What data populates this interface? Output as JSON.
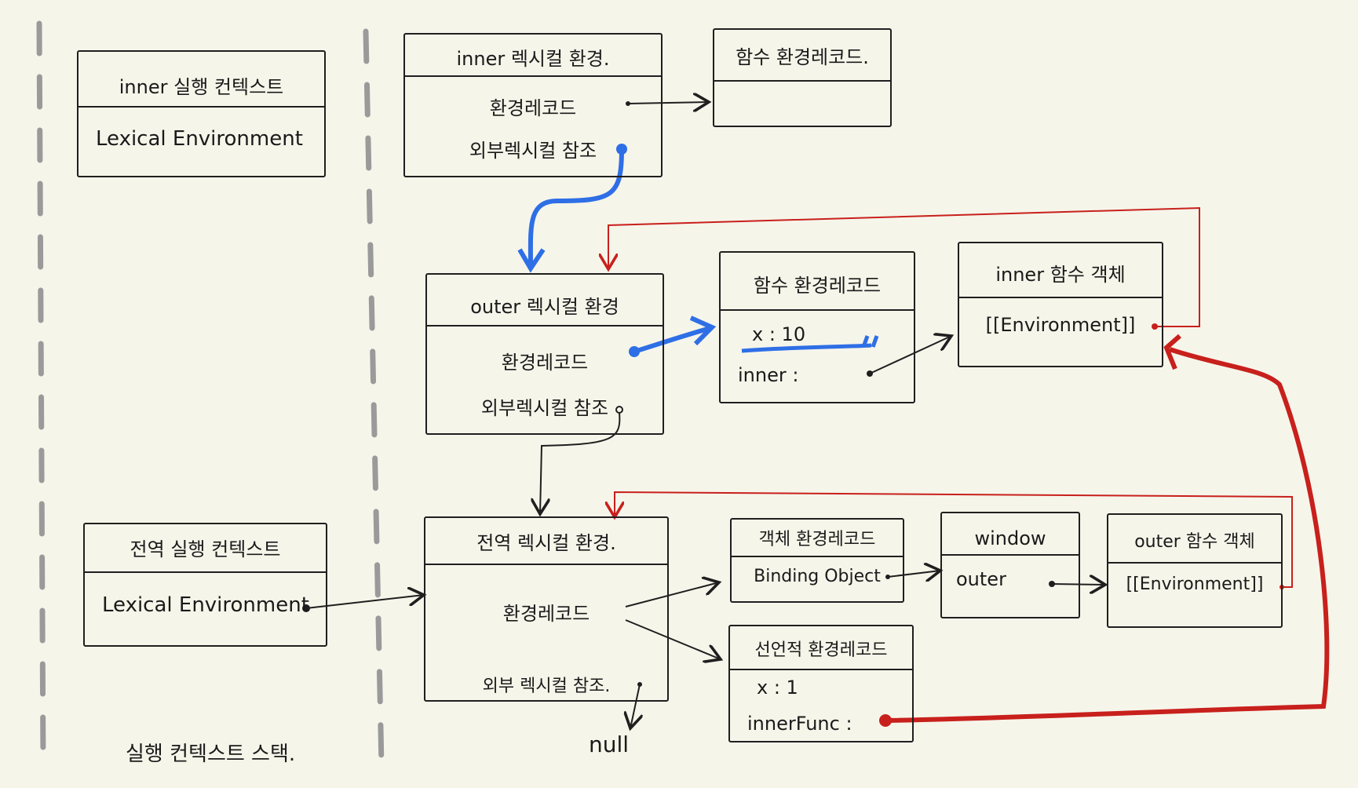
{
  "stack": {
    "inner_ctx": {
      "title": "inner 실행 컨텍스트",
      "field": "Lexical Environment"
    },
    "global_ctx": {
      "title": "전역 실행 컨텍스트",
      "field": "Lexical Environment"
    },
    "caption": "실행 컨텍스트 스택."
  },
  "inner_env": {
    "title": "inner 렉시컬 환경.",
    "record": "환경레코드",
    "outer_ref": "외부렉시컬 참조"
  },
  "inner_func_record": {
    "title": "함수 환경레코드."
  },
  "outer_env": {
    "title": "outer 렉시컬 환경",
    "record": "환경레코드",
    "outer_ref": "외부렉시컬 참조"
  },
  "outer_func_record": {
    "title": "함수 환경레코드",
    "x_row": "x : 10",
    "inner_row": "inner :"
  },
  "inner_func_obj": {
    "title": "inner 함수 객체",
    "slot": "[[Environment]]"
  },
  "global_env": {
    "title": "전역 렉시컬 환경.",
    "record": "환경레코드",
    "outer_ref": "외부 렉시컬 참조.",
    "null_label": "null"
  },
  "object_record": {
    "title": "객체 환경레코드",
    "row": "Binding Object"
  },
  "window_obj": {
    "title": "window",
    "row": "outer"
  },
  "outer_func_obj": {
    "title": "outer 함수 객체",
    "slot": "[[Environment]]"
  },
  "declarative_record": {
    "title": "선언적 환경레코드",
    "x_row": "x : 1",
    "func_row": "innerFunc :"
  },
  "colors": {
    "ink": "#1f1f1f",
    "blue": "#2e6fe6",
    "red": "#c8201c",
    "dash": "#9a9a9a"
  }
}
